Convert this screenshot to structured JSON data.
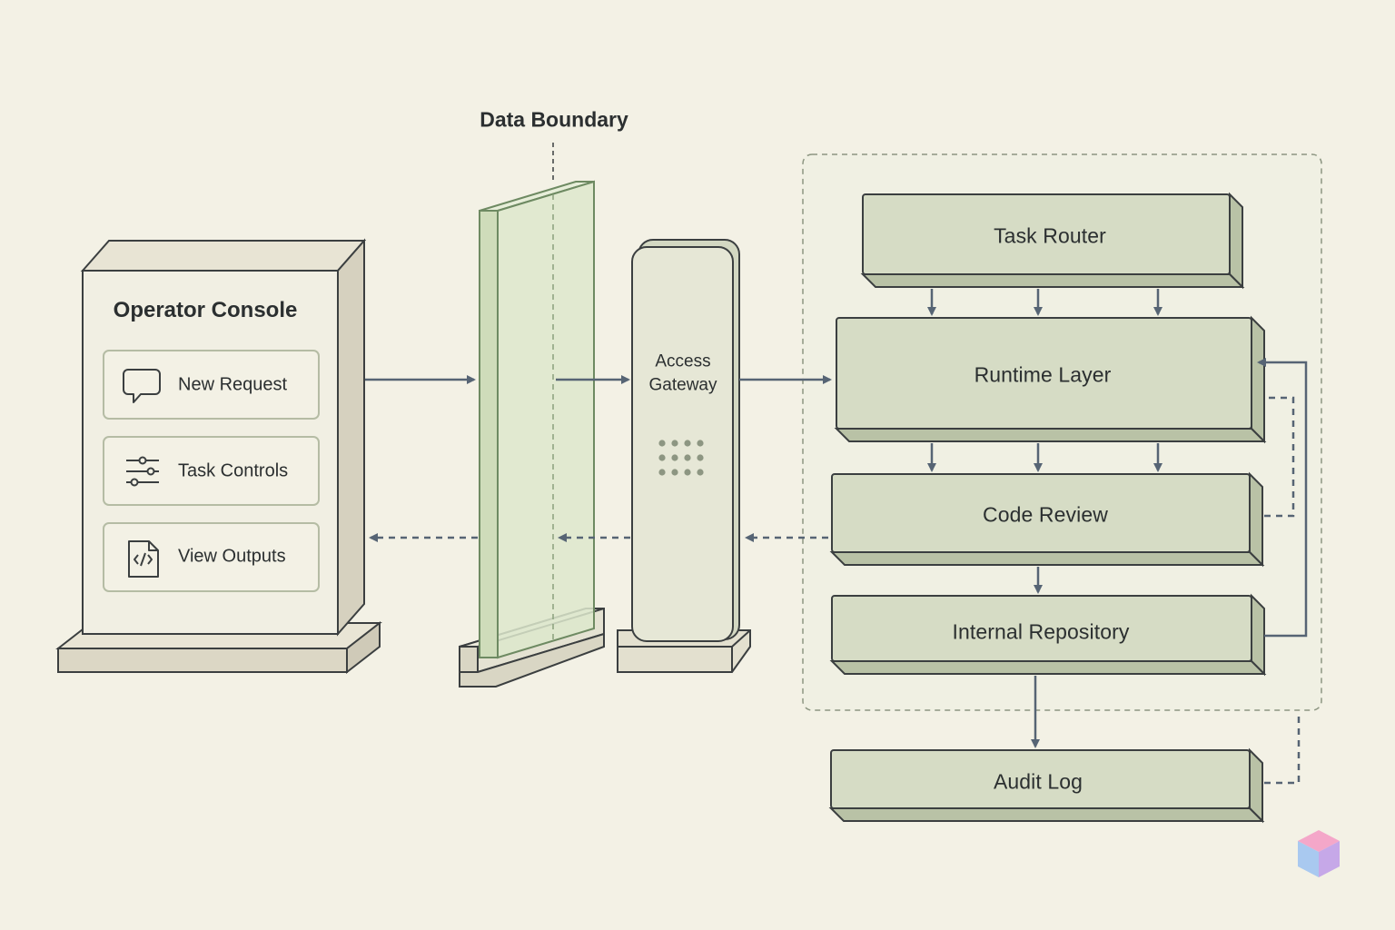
{
  "diagram": {
    "boundary_label": "Data Boundary",
    "console": {
      "title": "Operator Console",
      "items": [
        {
          "label": "New Request",
          "icon": "chat-bubble-icon"
        },
        {
          "label": "Task Controls",
          "icon": "sliders-icon"
        },
        {
          "label": "View Outputs",
          "icon": "code-file-icon"
        }
      ]
    },
    "gateway": {
      "line1": "Access",
      "line2": "Gateway"
    },
    "pipeline": {
      "task_router": "Task Router",
      "runtime_layer": "Runtime Layer",
      "code_review": "Code Review",
      "internal_repository": "Internal Repository",
      "audit_log": "Audit Log"
    },
    "colors": {
      "background": "#f3f1e5",
      "box_fill": "#d6dcc5",
      "box_side": "#b9c2a6",
      "console_fill": "#f1efe3",
      "glass": "#dde8cc",
      "arrow": "#566474",
      "outline": "#3b3f40"
    }
  }
}
